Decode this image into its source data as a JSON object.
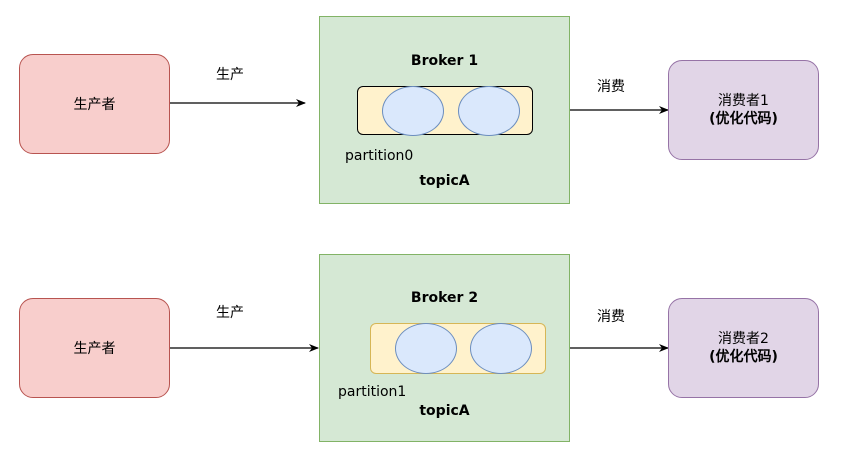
{
  "rows": [
    {
      "producer": "生产者",
      "produce_label": "生产",
      "broker": "Broker 1",
      "partition": "partition0",
      "topic": "topicA",
      "consume_label": "消费",
      "consumer": "消费者1",
      "consumer_note": "(优化代码)"
    },
    {
      "producer": "生产者",
      "produce_label": "生产",
      "broker": "Broker 2",
      "partition": "partition1",
      "topic": "topicA",
      "consume_label": "消费",
      "consumer": "消费者2",
      "consumer_note": "(优化代码)"
    }
  ],
  "colors": {
    "producer_fill": "#f8cecc",
    "producer_stroke": "#b85450",
    "broker_fill": "#d5e8d4",
    "broker_stroke": "#82b366",
    "partition_fill": "#fff2cc",
    "partition_stroke": "#d6b656",
    "message_fill": "#dae8fc",
    "message_stroke": "#6c8ebf",
    "consumer_fill": "#e1d5e7",
    "consumer_stroke": "#9673a6"
  }
}
